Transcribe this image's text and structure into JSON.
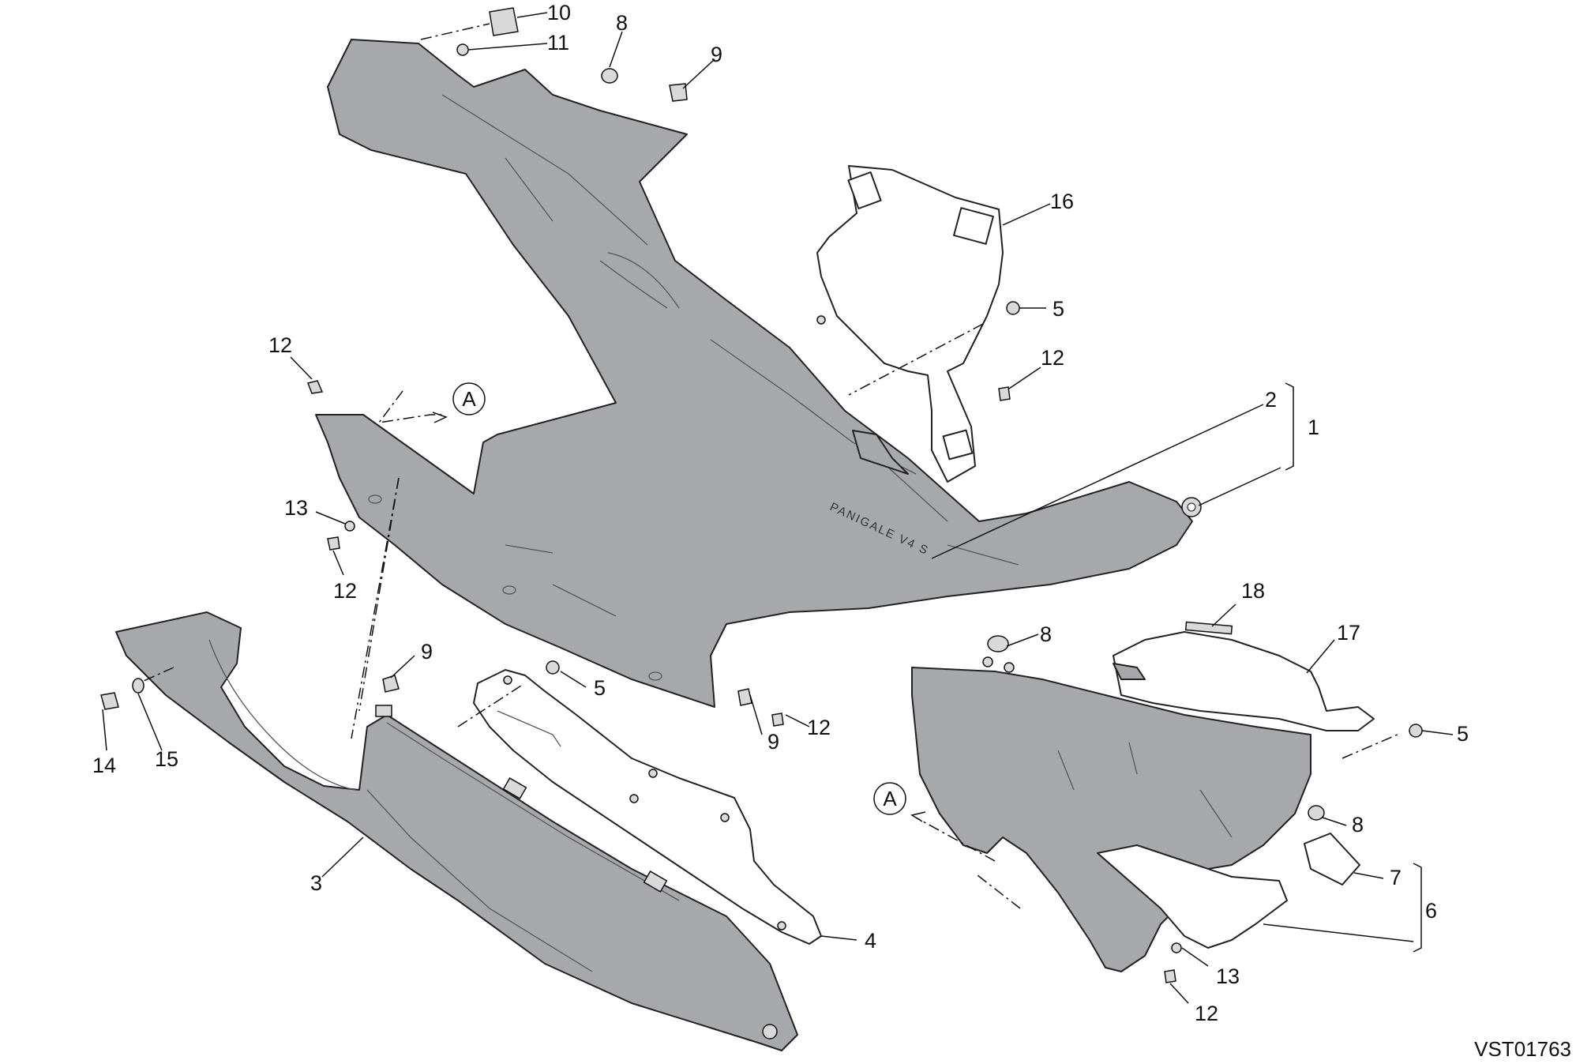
{
  "drawing_code": "VST01763",
  "brand_mark": "PANIGALE V4 S",
  "view_ref": "A",
  "callouts": {
    "c10": "10",
    "c11": "11",
    "c8a": "8",
    "c9a": "9",
    "c16": "16",
    "c5a": "5",
    "c12a": "12",
    "c2": "2",
    "c1": "1",
    "c12b": "12",
    "c13a": "13",
    "c12c": "12",
    "c9b": "9",
    "c5b": "5",
    "c14": "14",
    "c15": "15",
    "c9c": "9",
    "c12d": "12",
    "c3": "3",
    "c4": "4",
    "c18": "18",
    "c17": "17",
    "c8b": "8",
    "c5c": "5",
    "c8c": "8",
    "c7": "7",
    "c6": "6",
    "c13b": "13",
    "c12e": "12"
  },
  "colors": {
    "part_fill": "#a7a8ac",
    "line": "#222222"
  }
}
